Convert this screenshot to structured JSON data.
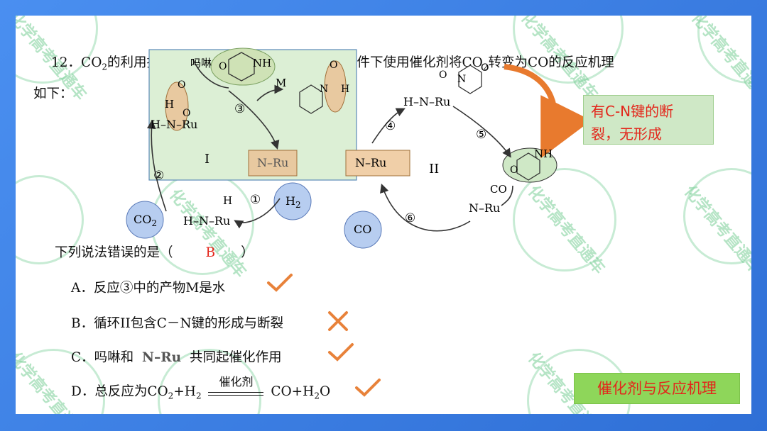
{
  "question": {
    "number": "12．",
    "line1_a": "CO",
    "line1_sub": "2",
    "line1_b": "的利用技术受到全球的广泛关注。在一定条件下使用催化剂将CO",
    "line1_sub2": "2",
    "line1_c": "转变为CO的反应机理",
    "line2": "如下："
  },
  "annotation_top": {
    "line1": "有C-N键的断",
    "line2": "裂，无形成"
  },
  "diagram": {
    "morpholine_label": "吗啉",
    "label_M": "M",
    "step3": "③",
    "step4": "④",
    "step5": "⑤",
    "step2": "②",
    "step1": "①",
    "step6": "⑥",
    "cycle1": "I",
    "cycle2": "II",
    "N_Ru": "N–Ru",
    "HN_Ru": "H–N–Ru",
    "H": "H",
    "O": "O",
    "NH": "NH",
    "N": "N",
    "Ru": "Ru",
    "CO": "CO",
    "CO2": "CO",
    "CO2_sub": "2",
    "H2": "H",
    "H2_sub": "2"
  },
  "prompt": {
    "text": "下列说法错误的是（",
    "answer": "B",
    "close": "）"
  },
  "options": [
    {
      "label": "A．反应③中的产物M是水",
      "mark": "check"
    },
    {
      "label": "B．循环II包含C－N键的形成与断裂",
      "mark": "cross"
    },
    {
      "label": "C．吗啉和",
      "label2": "N–Ru",
      "label3": "共同起催化作用",
      "mark": "check"
    },
    {
      "label": "D．总反应为CO",
      "sub1": "2",
      "label_b": "+H",
      "sub2": "2",
      "catalyst": "催化剂",
      "label_c": "CO+H",
      "sub3": "2",
      "label_d": "O",
      "mark": "check"
    }
  ],
  "annotation_bottom": "催化剂与反应机理",
  "watermark": "化学高考直通车",
  "colors": {
    "frame": "#3d7fe0",
    "red": "#e3261b",
    "check": "#e8823a",
    "green_box": "#cfe8c6",
    "tan": "#e8c9a0",
    "blue_circle": "#b7cdf0"
  }
}
